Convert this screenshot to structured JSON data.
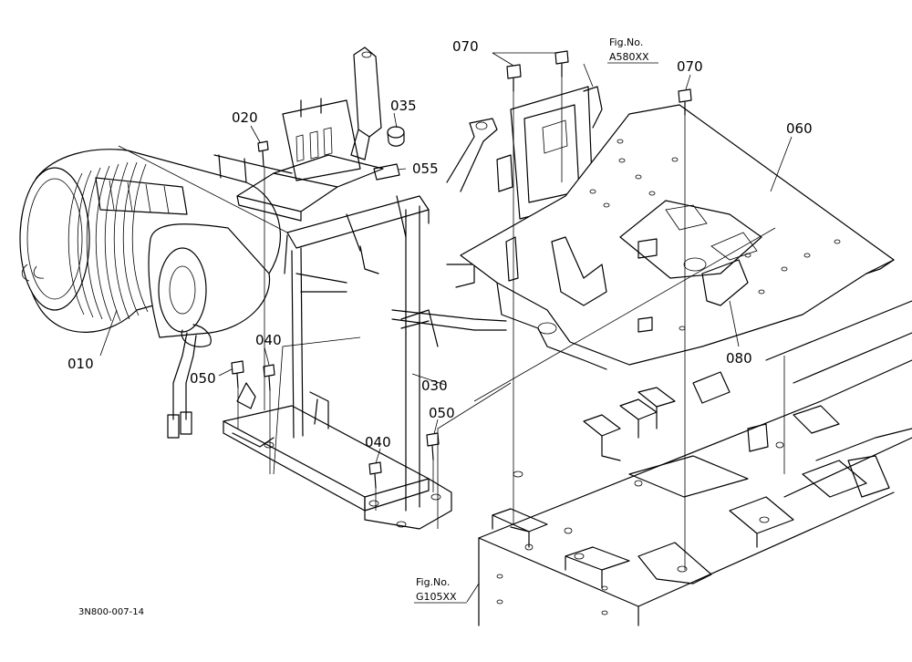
{
  "callouts": {
    "p010": "010",
    "p020": "020",
    "p030": "030",
    "p035": "035",
    "p040a": "040",
    "p040b": "040",
    "p050a": "050",
    "p050b": "050",
    "p055": "055",
    "p060": "060",
    "p070a": "070",
    "p070b": "070",
    "p080": "080"
  },
  "references": {
    "fig_top_title": "Fig.No.",
    "fig_top_code": "A580XX",
    "fig_bottom_title": "Fig.No.",
    "fig_bottom_code": "G105XX"
  },
  "drawing_code": "3N800-007-14"
}
